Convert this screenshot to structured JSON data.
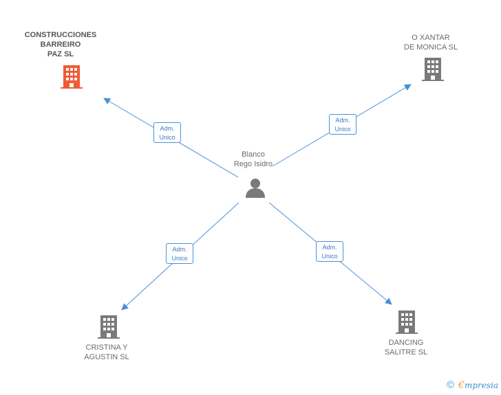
{
  "colors": {
    "edge": "#4a90d9",
    "company_main": "#f05a35",
    "company": "#7a7a7a",
    "person": "#7a7a7a"
  },
  "person": {
    "name_line1": "Blanco",
    "name_line2": "Rego Isidro",
    "icon": "person-icon"
  },
  "companies": [
    {
      "line1": "CONSTRUCCIONES",
      "line2": "BARREIRO",
      "line3": "PAZ SL",
      "icon": "building-icon",
      "highlight": true
    },
    {
      "line1": "O XANTAR",
      "line2": "DE MONICA SL",
      "icon": "building-icon"
    },
    {
      "line1": "CRISTINA Y",
      "line2": "AGUSTIN SL",
      "icon": "building-icon"
    },
    {
      "line1": "DANCING",
      "line2": "SALITRE SL",
      "icon": "building-icon"
    }
  ],
  "edges": [
    {
      "line1": "Adm.",
      "line2": "Unico"
    },
    {
      "line1": "Adm.",
      "line2": "Unico"
    },
    {
      "line1": "Adm.",
      "line2": "Unico"
    },
    {
      "line1": "Adm.",
      "line2": "Unico"
    }
  ],
  "footer": {
    "copyright_symbol": "©",
    "brand_initial": "€",
    "brand_rest": "mpresia"
  }
}
